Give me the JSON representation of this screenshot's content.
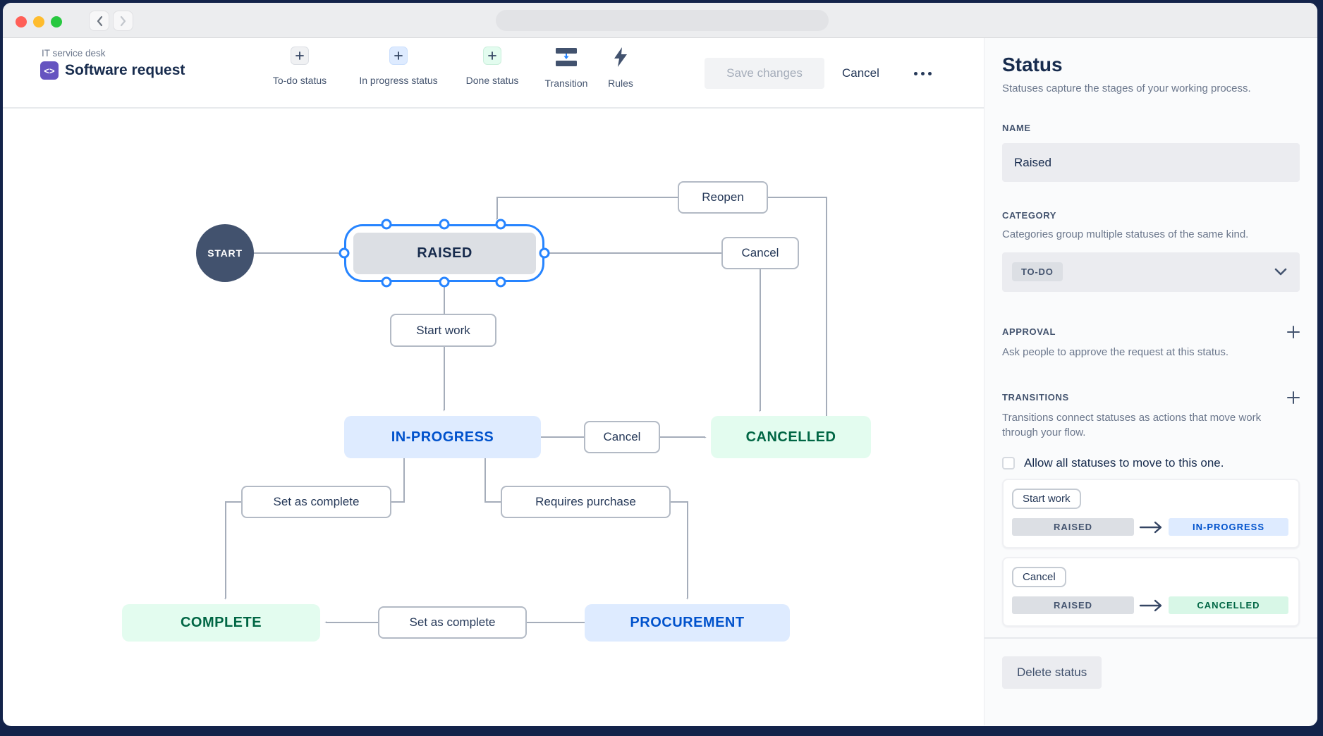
{
  "toolbar": {
    "breadcrumb": "IT service desk",
    "title": "Software request",
    "app_icon_glyph": "<>",
    "add_buttons": [
      {
        "label": "To-do status"
      },
      {
        "label": "In progress status"
      },
      {
        "label": "Done status"
      }
    ],
    "transition_label": "Transition",
    "rules_label": "Rules",
    "save_label": "Save changes",
    "cancel_label": "Cancel"
  },
  "diagram": {
    "start_label": "START",
    "statuses": [
      {
        "label": "RAISED",
        "category": "to-do",
        "selected": true
      },
      {
        "label": "IN-PROGRESS",
        "category": "in-progress"
      },
      {
        "label": "CANCELLED",
        "category": "done"
      },
      {
        "label": "COMPLETE",
        "category": "done"
      },
      {
        "label": "PROCUREMENT",
        "category": "in-progress"
      }
    ],
    "transitions": [
      {
        "label": "Reopen",
        "from": "CANCELLED",
        "to": "RAISED"
      },
      {
        "label": "Cancel",
        "from": "RAISED",
        "to": "CANCELLED"
      },
      {
        "label": "Start work",
        "from": "RAISED",
        "to": "IN-PROGRESS"
      },
      {
        "label": "Cancel",
        "from": "IN-PROGRESS",
        "to": "CANCELLED"
      },
      {
        "label": "Set as complete",
        "from": "IN-PROGRESS",
        "to": "COMPLETE"
      },
      {
        "label": "Requires purchase",
        "from": "IN-PROGRESS",
        "to": "PROCUREMENT"
      },
      {
        "label": "Set as complete",
        "from": "PROCUREMENT",
        "to": "COMPLETE"
      }
    ]
  },
  "panel": {
    "title": "Status",
    "subtitle": "Statuses capture the stages of your working process.",
    "name": {
      "label": "NAME",
      "value": "Raised"
    },
    "category": {
      "label": "CATEGORY",
      "help": "Categories group multiple statuses of the same kind.",
      "value": "TO-DO"
    },
    "approval": {
      "label": "APPROVAL",
      "help": "Ask people to approve the request at this status."
    },
    "transitions": {
      "label": "TRANSITIONS",
      "help": "Transitions connect statuses as actions that move work through your flow.",
      "allow_all_label": "Allow all statuses to move to this one.",
      "cards": [
        {
          "name": "Start work",
          "from": "RAISED",
          "to": "IN-PROGRESS"
        },
        {
          "name": "Cancel",
          "from": "RAISED",
          "to": "CANCELLED"
        }
      ]
    },
    "delete_label": "Delete status"
  },
  "colors": {
    "selection_blue": "#2684FF",
    "todo_gray": "#DCDFE4",
    "inprogress_blue_bg": "#DEEBFF",
    "inprogress_blue_text": "#0052CC",
    "done_green_bg": "#E3FCEF",
    "done_green_text": "#006644",
    "connector_gray": "#A5ADBA",
    "app_purple": "#6554C0",
    "frame_navy": "#13234A"
  }
}
